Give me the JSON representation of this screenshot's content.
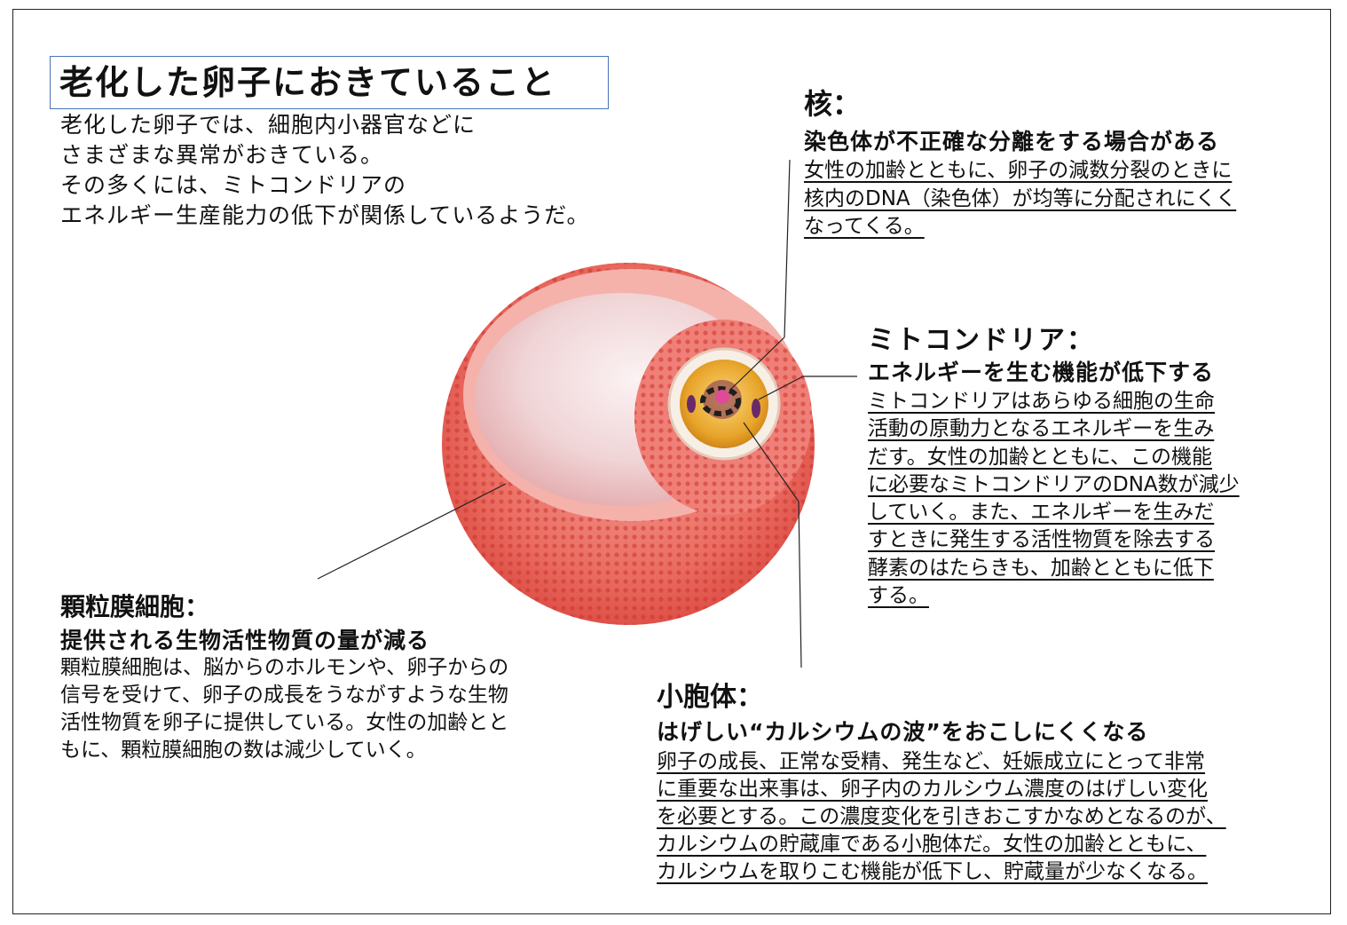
{
  "title": "老化した卵子におきていること",
  "intro_lines": [
    "老化した卵子では、細胞内小器官などに",
    "さまざまな異常がおきている。",
    "その多くには、ミトコンドリアの",
    "エネルギー生産能力の低下が関係しているようだ。"
  ],
  "nucleus": {
    "heading": "核：",
    "subheading": "染色体が不正確な分離をする場合がある",
    "body_lines": [
      "女性の加齢とともに、卵子の減数分裂のときに",
      "核内のDNA（染色体）が均等に分配されにくく",
      "なってくる。"
    ]
  },
  "mitochondria": {
    "heading": "ミトコンドリア：",
    "subheading": "エネルギーを生む機能が低下する",
    "body_lines": [
      "ミトコンドリアはあらゆる細胞の生命",
      "活動の原動力となるエネルギーを生み",
      "だす。女性の加齢とともに、この機能",
      "に必要なミトコンドリアのDNA数が減少",
      "していく。また、エネルギーを生みだ",
      "すときに発生する活性物質を除去する",
      "酵素のはたらきも、加齢とともに低下",
      "する。"
    ]
  },
  "vesicle": {
    "heading": "小胞体：",
    "subheading": "はげしい“カルシウムの波”をおこしにくくなる",
    "body_lines": [
      "卵子の成長、正常な受精、発生など、妊娠成立にとって非常",
      "に重要な出来事は、卵子内のカルシウム濃度のはげしい変化",
      "を必要とする。この濃度変化を引きおこすかなめとなるのが、",
      "カルシウムの貯蔵庫である小胞体だ。女性の加齢とともに、",
      "カルシウムを取りこむ機能が低下し、貯蔵量が少なくなる。"
    ]
  },
  "granulosa": {
    "heading": "顆粒膜細胞：",
    "subheading": "提供される生物活性物質の量が減る",
    "body_lines": [
      "顆粒膜細胞は、脳からのホルモンや、卵子からの",
      "信号を受けて、卵子の成長をうながすような生物",
      "活性物質を卵子に提供している。女性の加齢とと",
      "もに、顆粒膜細胞の数は減少していく。"
    ]
  },
  "colors": {
    "title_border": "#4a74b8",
    "follicle_outer": "#e8584f",
    "follicle_inner": "#f3b8b4",
    "cavity": "#f6e6e8",
    "oocyte": "#e8a42a",
    "chromosome": "#2a2a2a",
    "nucleolus": "#d14a8a"
  }
}
